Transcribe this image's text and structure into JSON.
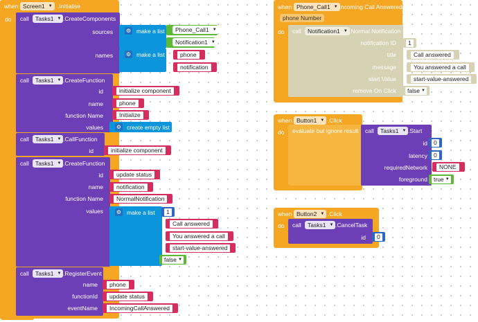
{
  "common": {
    "when": "when",
    "do": "do",
    "call": "call",
    "make_a_list": "make a list",
    "create_empty_list": "create empty list",
    "evaluate_ignore": "evaluate but ignore result"
  },
  "screen1": {
    "component": "Screen1",
    "event": ".Initialise",
    "create_components": {
      "component": "Tasks1",
      "method": ".CreateComponents",
      "sources_label": "sources",
      "names_label": "names",
      "sources": [
        "Phone_Call1",
        "Notification1"
      ],
      "names": [
        "phone",
        "notification"
      ]
    },
    "create_function_1": {
      "component": "Tasks1",
      "method": ".CreateFunction",
      "id_label": "id",
      "name_label": "name",
      "function_name_label": "function Name",
      "values_label": "values",
      "id": "initialize component",
      "name": "phone",
      "function_name": "Initialize"
    },
    "call_function": {
      "component": "Tasks1",
      "method": ".CallFunction",
      "id_label": "id",
      "id": "initialize component"
    },
    "create_function_2": {
      "component": "Tasks1",
      "method": ".CreateFunction",
      "id_label": "id",
      "name_label": "name",
      "function_name_label": "function Name",
      "values_label": "values",
      "id": "update status",
      "name": "notification",
      "function_name": "NormalNotification",
      "values": [
        "1",
        "Call answered",
        "You answered a call",
        "start-value-answered",
        "false"
      ]
    },
    "register_event": {
      "component": "Tasks1",
      "method": ".RegisterEvent",
      "name_label": "name",
      "function_id_label": "functionId",
      "event_name_label": "eventName",
      "name": "phone",
      "function_id": "update status",
      "event_name": "IncomingCallAnswered"
    }
  },
  "phone_call": {
    "component": "Phone_Call1",
    "event": ".Incoming Call Answered",
    "param": "phone Number",
    "notification": {
      "component": "Notification1",
      "method": ".Normal Notification",
      "labels": [
        "notification ID",
        "title",
        "message",
        "start Value",
        "remove On Click"
      ],
      "values": [
        "1",
        "Call answered",
        "You answered a call",
        "start-value-answered",
        "false"
      ]
    }
  },
  "button1": {
    "component": "Button1",
    "event": ".Click",
    "start": {
      "component": "Tasks1",
      "method": ".Start",
      "labels": [
        "id",
        "latency",
        "requiredNetwork",
        "foreground"
      ],
      "id": "0",
      "latency": "0",
      "required_network": "NONE",
      "foreground": "true"
    }
  },
  "button2": {
    "component": "Button2",
    "event": ".Click",
    "cancel": {
      "component": "Tasks1",
      "method": ".CancelTask",
      "id_label": "id",
      "id": "0"
    }
  }
}
